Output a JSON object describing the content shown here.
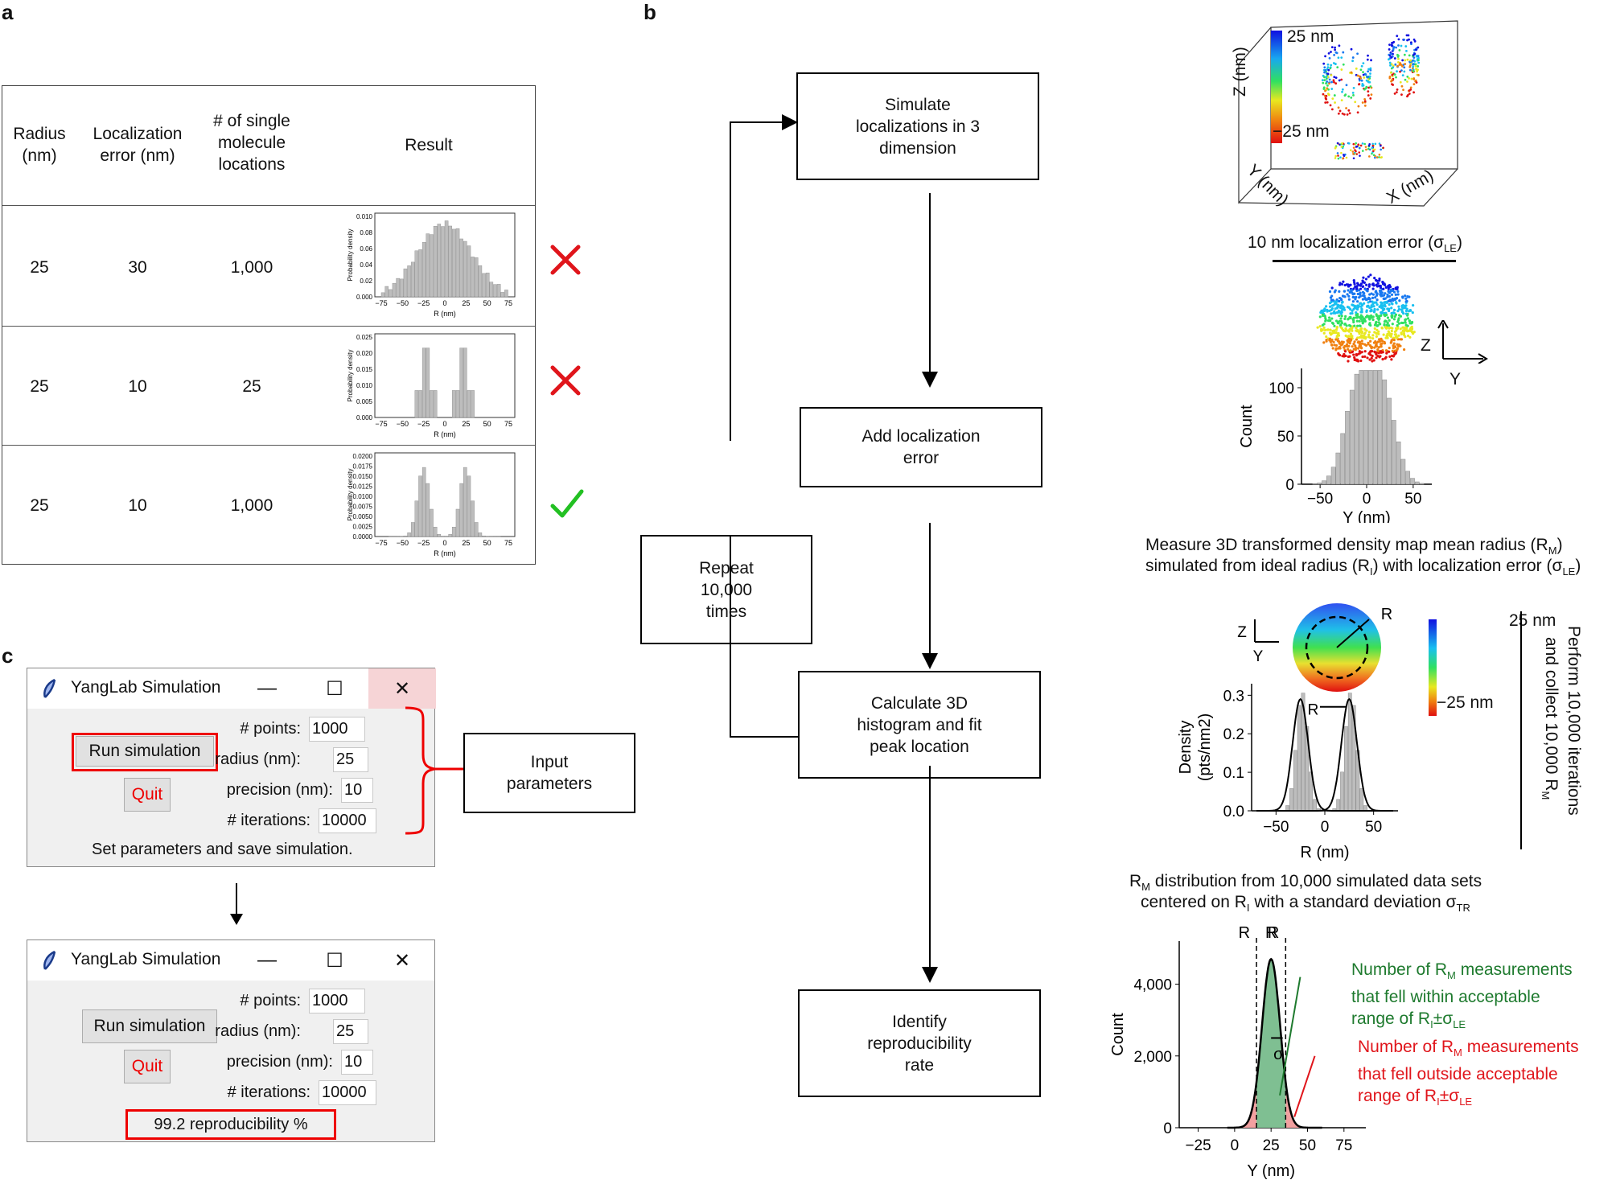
{
  "panel_labels": {
    "a": "a",
    "b": "b",
    "c": "c"
  },
  "table": {
    "headers": {
      "radius": [
        "Radius",
        "(nm)"
      ],
      "error": [
        "Localization",
        "error (nm)"
      ],
      "count": [
        "# of single",
        "molecule",
        "locations"
      ],
      "result": "Result"
    },
    "rows": [
      {
        "radius": "25",
        "error": "30",
        "count": "1,000",
        "status": "fail"
      },
      {
        "radius": "25",
        "error": "10",
        "count": "25",
        "status": "fail"
      },
      {
        "radius": "25",
        "error": "10",
        "count": "1,000",
        "status": "pass"
      }
    ],
    "mini_chart_ylabel": "Probability density",
    "mini_chart_xlabel": "R (nm)",
    "mini_chart_xticks": [
      "−75",
      "−50",
      "−25",
      "0",
      "25",
      "50",
      "75"
    ],
    "mini_chart_yticks": [
      [
        "0.000",
        "0.02",
        "0.04",
        "0.06",
        "0.08",
        "0.010"
      ],
      [
        "0.000",
        "0.005",
        "0.010",
        "0.015",
        "0.020",
        "0.025"
      ],
      [
        "0.0000",
        "0.0025",
        "0.0050",
        "0.0075",
        "0.0100",
        "0.0125",
        "0.0150",
        "0.0175",
        "0.0200"
      ]
    ]
  },
  "flow": {
    "simulate": [
      "Simulate",
      "localizations in 3",
      "dimension"
    ],
    "add_error": [
      "Add localization",
      "error"
    ],
    "calculate": [
      "Calculate 3D",
      "histogram and fit",
      "peak location"
    ],
    "identify": [
      "Identify",
      "reproducibility",
      "rate"
    ],
    "repeat": [
      "Repeat",
      "10,000",
      "times"
    ]
  },
  "window1": {
    "title": "YangLab Simulation",
    "run_label": "Run simulation",
    "quit_label": "Quit",
    "points_label": "# points:",
    "points_value": "1000",
    "radius_label": "radius (nm):",
    "radius_value": "25",
    "precision_label": "precision (nm):",
    "precision_value": "10",
    "iterations_label": "# iterations:",
    "iterations_value": "10000",
    "status": "Set parameters and save simulation."
  },
  "window2": {
    "title": "YangLab Simulation",
    "run_label": "Run simulation",
    "quit_label": "Quit",
    "points_label": "# points:",
    "points_value": "1000",
    "radius_label": "radius (nm):",
    "radius_value": "25",
    "precision_label": "precision (nm):",
    "precision_value": "10",
    "iterations_label": "# iterations:",
    "iterations_value": "10000",
    "status": "99.2 reproducibility %"
  },
  "input_params": [
    "Input",
    "parameters"
  ],
  "panel_b": {
    "scatter3d": {
      "zlabel": "Z (nm)",
      "ylabel": "Y (nm)",
      "xlabel": "X (nm)",
      "top": "25 nm",
      "bottom": "−25 nm"
    },
    "loc_error_title": "10 nm localization error (σ",
    "loc_error_sub": "LE",
    "axes_z": "Z",
    "axes_y": "Y",
    "hist_ylabel": "Count",
    "hist_xlabel": "Y  (nm)",
    "hist_yticks": [
      "0",
      "50",
      "100"
    ],
    "hist_xticks": [
      "−50",
      "0",
      "50"
    ],
    "measure_line1": "Measure 3D transformed density map mean radius (R",
    "measure_line2": "simulated from ideal radius (R",
    "density_ylabel1": "Density",
    "density_ylabel2": "(pts/nm",
    "density_xlabel": "R (nm)",
    "density_yticks": [
      "0.0",
      "0.1",
      "0.2",
      "0.3"
    ],
    "density_xticks": [
      "−50",
      "0",
      "50"
    ],
    "colorbar_top": "25 nm",
    "colorbar_bottom": "−25 nm",
    "perform1": "Perform 10,000 iterations",
    "perform2": "and collect 10,000 R",
    "rm_dist1": "distribution from 10,000 simulated data sets",
    "rm_dist2": "centered on R",
    "rm_dist2b": "with a standard deviation σ",
    "final_ylabel": "Count",
    "final_xlabel": "Y (nm)",
    "final_yticks": [
      "0",
      "2,000",
      "4,000"
    ],
    "final_xticks": [
      "−25",
      "0",
      "25",
      "50",
      "75"
    ],
    "green_note": [
      "Number of R",
      "measurements",
      "that fell within acceptable",
      "range of R"
    ],
    "red_note": [
      "Number of R",
      "measurements",
      "that fell outside acceptable",
      "range of R"
    ]
  },
  "colors": {
    "red": "#e0151b",
    "green": "#1e7a2e",
    "check": "#22c022",
    "gray_bar": "#bdbdbd"
  }
}
